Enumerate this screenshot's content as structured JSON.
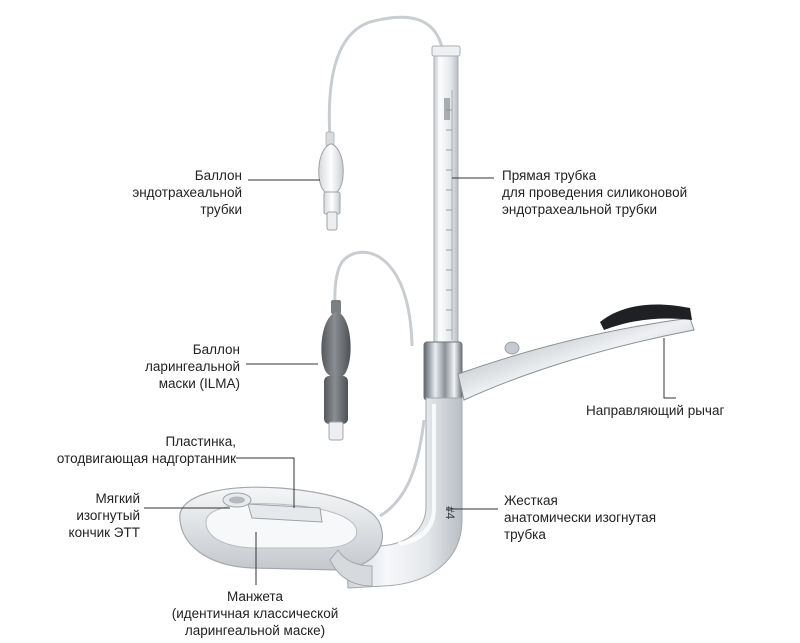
{
  "labels": {
    "etc_balloon": [
      "Баллон",
      "эндотрахеальной",
      "трубки"
    ],
    "straight_tube": [
      "Прямая трубка",
      "для проведения силиконовой",
      "эндотрахеальной трубки"
    ],
    "ilma_balloon": [
      "Баллон",
      "ларингеальной",
      "маски (ILMA)"
    ],
    "guide_lever": [
      "Направляющий рычаг"
    ],
    "epiglottis_plate": [
      "Пластинка,",
      "отодвигающая надгортанник"
    ],
    "soft_tip": [
      "Мягкий",
      "изогнутый",
      "кончик ЭТТ"
    ],
    "rigid_tube": [
      "Жесткая",
      "анатомически изогнутая",
      "трубка"
    ],
    "cuff": [
      "Манжета",
      "(идентичная классической",
      "ларингеальной маске)"
    ]
  },
  "device_markings": {
    "size": "#4"
  },
  "colors": {
    "leader_line": "#333333",
    "text": "#222222",
    "pilot_grey": "#6a6c70"
  }
}
